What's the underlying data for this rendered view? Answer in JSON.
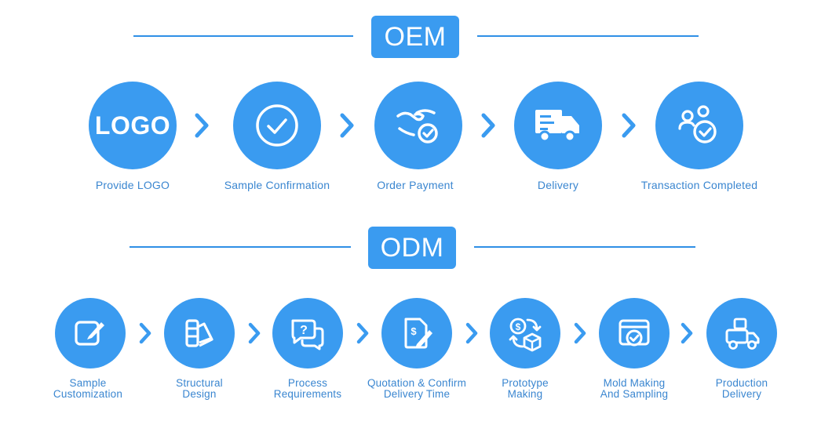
{
  "oem": {
    "badge": "OEM",
    "steps": [
      {
        "label": "Provide LOGO",
        "icon": "logo-text-icon",
        "icon_text": "LOGO"
      },
      {
        "label": "Sample Confirmation",
        "icon": "check-circle-icon"
      },
      {
        "label": "Order Payment",
        "icon": "handshake-check-icon"
      },
      {
        "label": "Delivery",
        "icon": "truck-icon"
      },
      {
        "label": "Transaction Completed",
        "icon": "users-check-icon"
      }
    ]
  },
  "odm": {
    "badge": "ODM",
    "steps": [
      {
        "label": "Sample\nCustomization",
        "icon": "edit-square-icon"
      },
      {
        "label": "Structural\nDesign",
        "icon": "swatch-design-icon"
      },
      {
        "label": "Process\nRequirements",
        "icon": "question-chat-icon"
      },
      {
        "label": "Quotation & Confirm\nDelivery Time",
        "icon": "document-pen-icon"
      },
      {
        "label": "Prototype\nMaking",
        "icon": "prototype-cycle-icon"
      },
      {
        "label": "Mold Making\nAnd Sampling",
        "icon": "box-check-icon"
      },
      {
        "label": "Production\nDelivery",
        "icon": "delivery-truck-icon"
      }
    ]
  },
  "colors": {
    "accent": "#3a9bf0",
    "line": "#2f8fe6",
    "text": "#3a86d0"
  }
}
